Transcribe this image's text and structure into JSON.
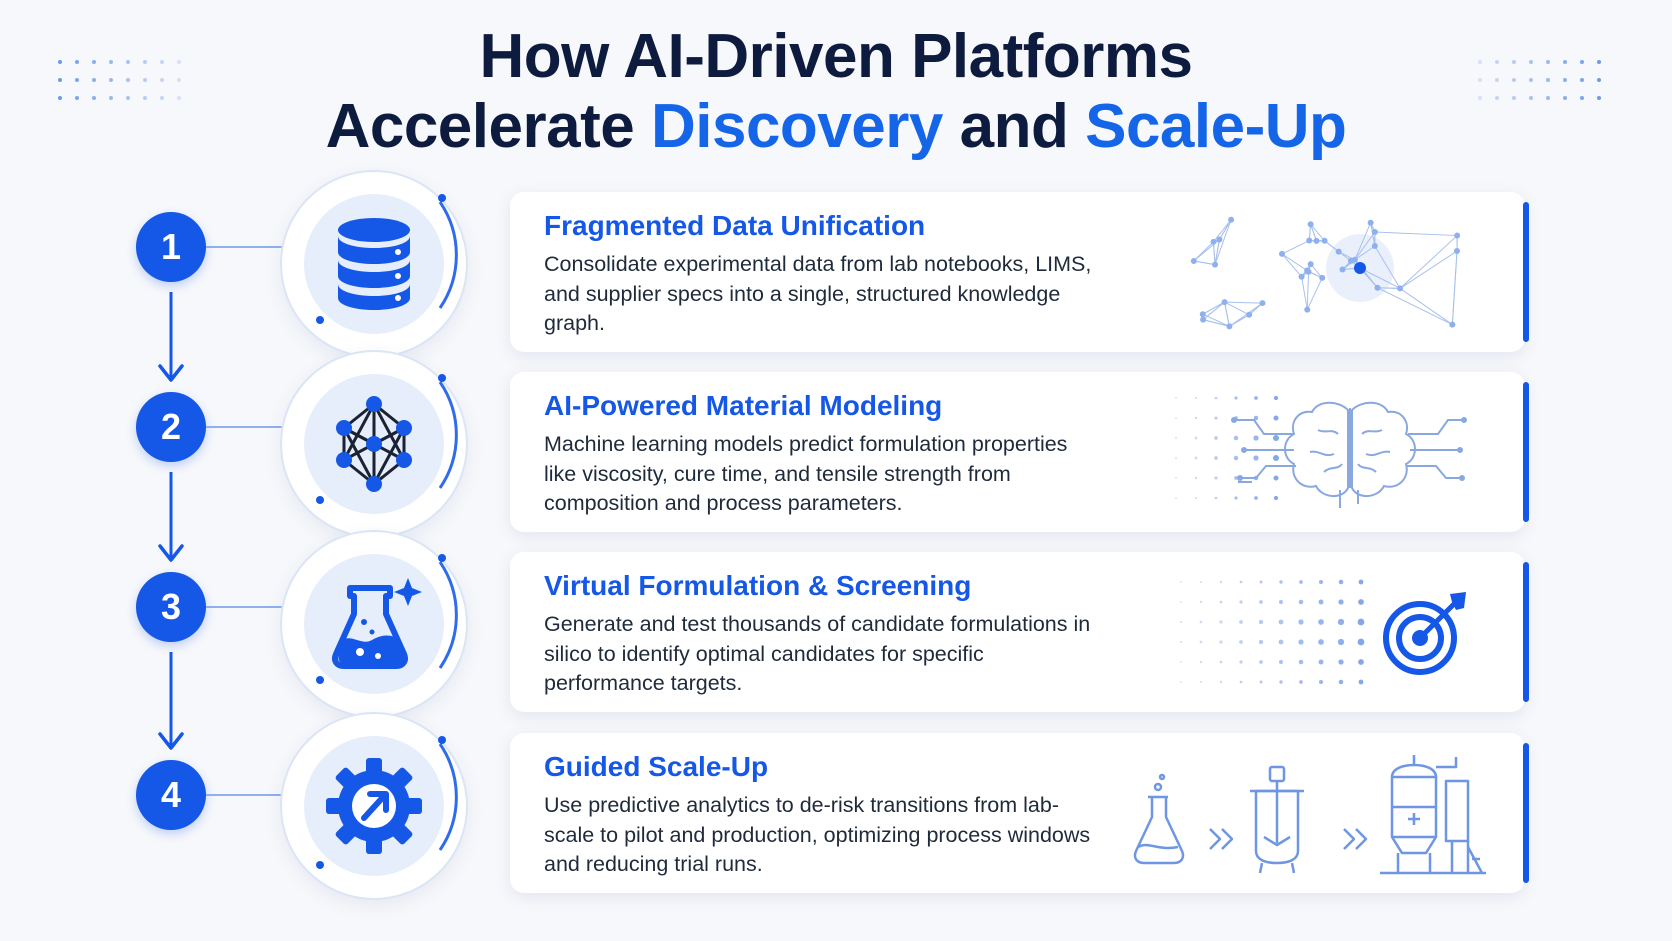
{
  "title": {
    "line1": "How AI-Driven Platforms",
    "line2_part1": "Accelerate",
    "line2_part2": "Discovery",
    "line2_part3": "and",
    "line2_part4": "Scale-Up"
  },
  "steps": [
    {
      "number": "1",
      "icon": "database-icon",
      "title": "Fragmented Data Unification",
      "description": "Consolidate experimental data from lab notebooks, LIMS, and supplier specs into a single, structured knowledge graph.",
      "illustration": "knowledge-graph-network-icon"
    },
    {
      "number": "2",
      "icon": "neural-network-icon",
      "title": "AI-Powered Material Modeling",
      "description": "Machine learning models predict formulation properties like viscosity, cure time, and tensile strength from composition and process parameters.",
      "illustration": "brain-circuit-icon"
    },
    {
      "number": "3",
      "icon": "beaker-sparkle-icon",
      "title": "Virtual Formulation & Screening",
      "description": "Generate and test thousands of candidate formulations in silico to identify optimal candidates for specific performance targets.",
      "illustration": "target-icon"
    },
    {
      "number": "4",
      "icon": "gear-arrow-icon",
      "title": "Guided Scale-Up",
      "description": "Use predictive analytics to de-risk transitions from lab-scale to pilot and production, optimizing process windows and reducing trial runs.",
      "illustration": "flask-reactor-plant-icon"
    }
  ],
  "colors": {
    "accent": "#1557e6",
    "title_dark": "#0d1b3e",
    "title_accent": "#1565e8",
    "icon_bg": "#e6eefb"
  }
}
